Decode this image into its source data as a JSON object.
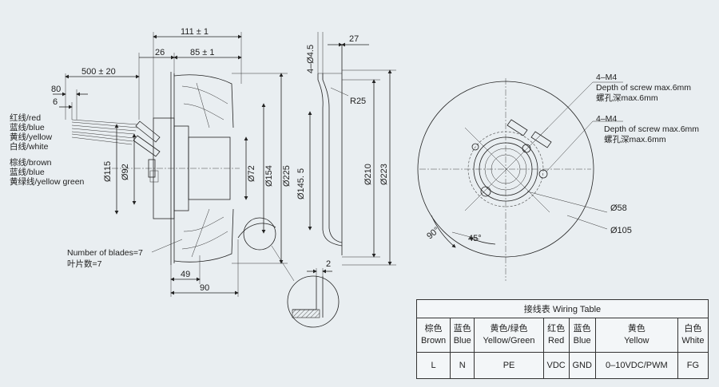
{
  "dims": {
    "d111": "111 ± 1",
    "d26": "26",
    "d85": "85 ± 1",
    "d500": "500 ± 20",
    "d80": "80",
    "d6": "6",
    "d115": "Ø115",
    "d92": "Ø92",
    "d72": "Ø72",
    "d154": "Ø154",
    "d225": "Ø225",
    "d49": "49",
    "d90": "90",
    "d4_45": "4–Ø4.5",
    "d27": "27",
    "r25": "R25",
    "d145": "Ø145. 5",
    "d210": "Ø210",
    "d223": "Ø223",
    "d2": "2",
    "d58": "Ø58",
    "d105": "Ø105",
    "a45": "45°",
    "a90": "90°"
  },
  "wire_labels": {
    "red": "红线/red",
    "blue": "蓝线/blue",
    "yellow": "黄线/yellow",
    "white": "白线/white",
    "brown": "棕线/brown",
    "blue2": "蓝线/blue",
    "yg": "黄绿线/yellow green"
  },
  "blades": {
    "en": "Number of blades=7",
    "cn": "叶片数=7"
  },
  "screw1": {
    "title": "4–M4",
    "en": "Depth of screw max.6mm",
    "cn": "螺孔深max.6mm"
  },
  "screw2": {
    "title": "4–M4",
    "en": "Depth of screw max.6mm",
    "cn": "螺孔深max.6mm"
  },
  "wiring_table": {
    "title": "接线表  Wiring Table",
    "columns": [
      {
        "cn": "棕色",
        "en": "Brown",
        "value": "L"
      },
      {
        "cn": "蓝色",
        "en": "Blue",
        "value": "N"
      },
      {
        "cn": "黄色/绿色",
        "en": "Yellow/Green",
        "value": "PE"
      },
      {
        "cn": "红色",
        "en": "Red",
        "value": "VDC"
      },
      {
        "cn": "蓝色",
        "en": "Blue",
        "value": "GND"
      },
      {
        "cn": "黄色",
        "en": "Yellow",
        "value": "0–10VDC/PWM"
      },
      {
        "cn": "白色",
        "en": "White",
        "value": "FG"
      }
    ]
  }
}
